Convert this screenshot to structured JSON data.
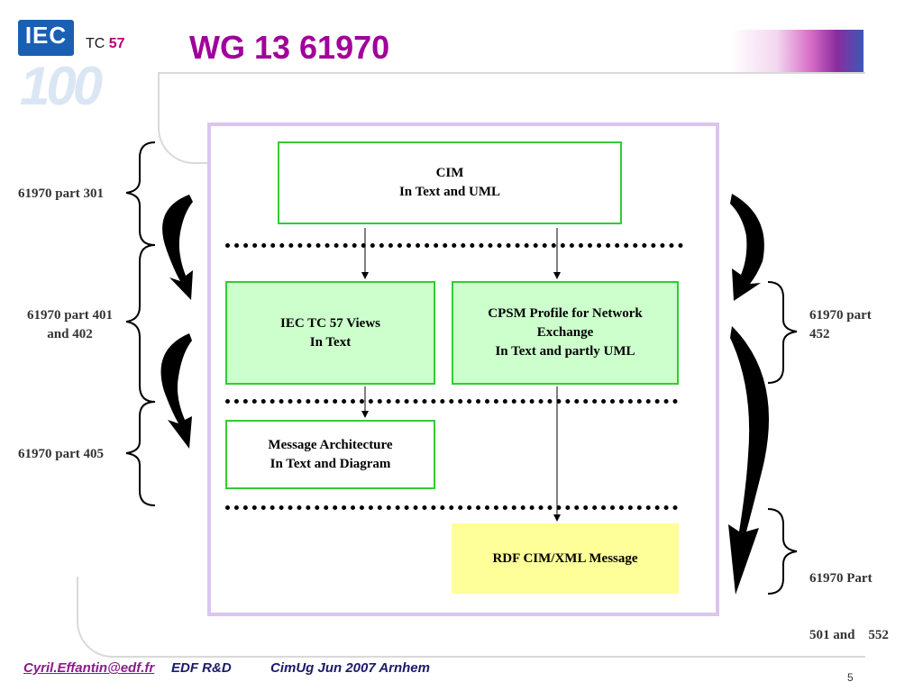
{
  "header": {
    "logo_text": "IEC",
    "logo_sub": "100",
    "tc_prefix": "TC",
    "tc_number": "57",
    "title": "WG 13 61970"
  },
  "diagram": {
    "boxes": {
      "cim": [
        "CIM",
        "In Text and UML"
      ],
      "iec_views": [
        "IEC TC 57 Views",
        "In Text"
      ],
      "cpsm": [
        "CPSM Profile for Network",
        "Exchange",
        "In Text and partly UML"
      ],
      "message_arch": [
        "Message Architecture",
        "In Text and Diagram"
      ],
      "rdf": [
        "RDF CIM/XML Message"
      ]
    },
    "left_labels": {
      "part301": [
        "61970 part 301"
      ],
      "part401": [
        "61970 part 401",
        "and 402"
      ],
      "part405": [
        "61970 part 405"
      ]
    },
    "right_labels": {
      "part452": [
        "61970 part",
        "452"
      ],
      "part501": [
        "61970 Part",
        "501 and    552"
      ]
    }
  },
  "footer": {
    "email": "Cyril.Effantin@edf.fr",
    "org": "EDF R&D",
    "event": "CimUg Jun 2007 Arnhem",
    "page": "5"
  }
}
